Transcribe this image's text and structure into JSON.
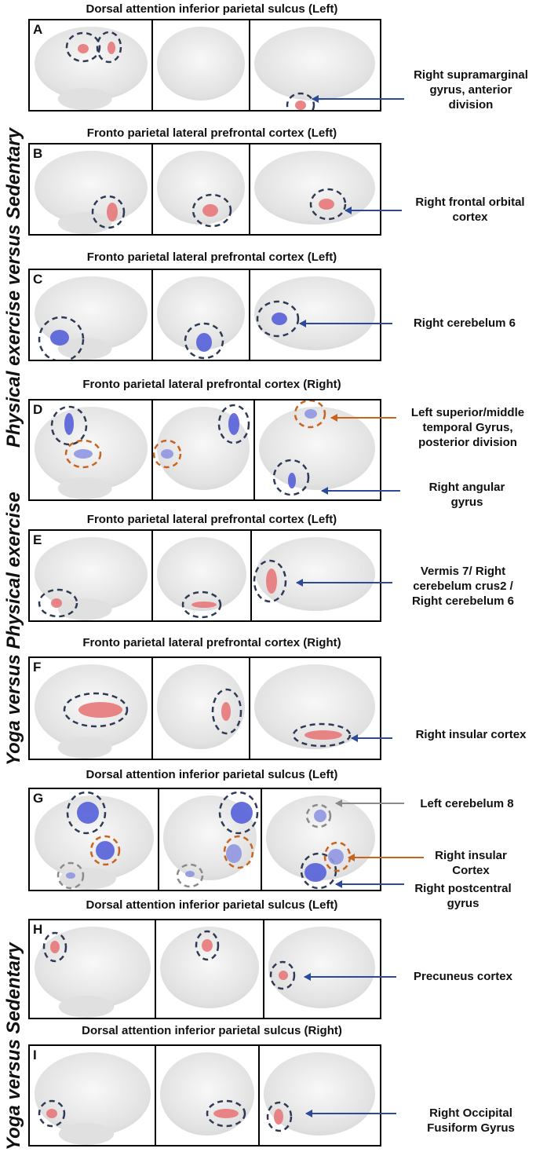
{
  "side_labels": {
    "group1": [
      "Physical",
      "exercise",
      "versus",
      "Sedentary"
    ],
    "group2": [
      "Yoga",
      "versus",
      "Physical",
      "exercise"
    ],
    "group3": [
      "Yoga",
      "versus",
      "Sedentary"
    ]
  },
  "panels": [
    {
      "letter": "A",
      "title": "Dorsal attention inferior parietal sulcus (Left)",
      "annotations": [
        "Right supramarginal gyrus, anterior division"
      ]
    },
    {
      "letter": "B",
      "title": "Fronto parietal lateral prefrontal cortex (Left)",
      "annotations": [
        "Right frontal orbital cortex"
      ]
    },
    {
      "letter": "C",
      "title": "Fronto parietal lateral prefrontal cortex (Left)",
      "annotations": [
        "Right cerebelum 6"
      ]
    },
    {
      "letter": "D",
      "title": "Fronto parietal lateral prefrontal cortex (Right)",
      "annotations": [
        "Left superior/middle temporal Gyrus, posterior division",
        "Right angular gyrus"
      ]
    },
    {
      "letter": "E",
      "title": "Fronto parietal lateral prefrontal cortex (Left)",
      "annotations": [
        "Vermis 7/ Right cerebelum crus2 / Right cerebelum 6"
      ]
    },
    {
      "letter": "F",
      "title": "Fronto parietal lateral prefrontal cortex (Right)",
      "annotations": [
        "Right insular cortex"
      ]
    },
    {
      "letter": "G",
      "title": "Dorsal attention inferior parietal sulcus (Left)",
      "annotations": [
        "Left cerebelum 8",
        "Right insular Cortex",
        "Right postcentral gyrus"
      ]
    },
    {
      "letter": "H",
      "title": "Dorsal attention inferior parietal sulcus (Left)",
      "annotations": [
        "Precuneus cortex"
      ]
    },
    {
      "letter": "I",
      "title": "Dorsal attention inferior parietal sulcus (Right)",
      "annotations": [
        "Right Occipital Fusiform Gyrus"
      ]
    }
  ],
  "colors": {
    "red_blob": "#e8787a",
    "blue_blob": "#5560d8",
    "navy_circle": "#2e3a55",
    "orange_circle": "#c8641e",
    "gray_circle": "#8a8a8a",
    "blue_arrow": "#2c4a9a",
    "orange_arrow": "#c8641e",
    "gray_arrow": "#8a8a8a"
  }
}
